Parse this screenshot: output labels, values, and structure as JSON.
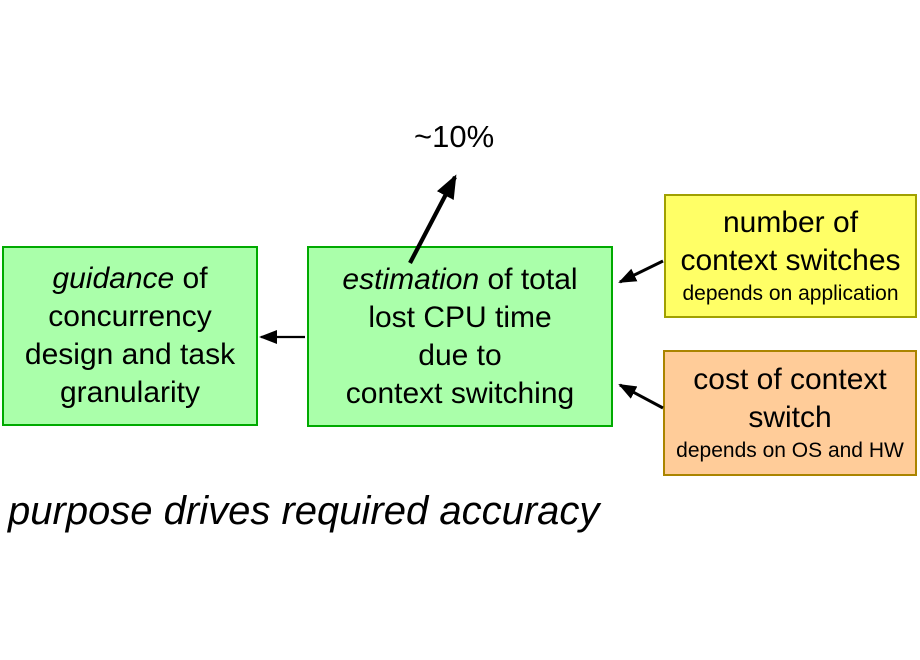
{
  "slide": {
    "percent_label": "~10%",
    "caption": "purpose drives required accuracy"
  },
  "boxes": {
    "guidance": {
      "word_italic": "guidance",
      "line1_rest": " of",
      "line2": "concurrency",
      "line3": "design and task",
      "line4": "granularity"
    },
    "estimation": {
      "word_italic": "estimation",
      "line1_rest": " of total",
      "line2": "lost CPU time",
      "line3": "due to",
      "line4": "context switching"
    },
    "switches": {
      "line1": "number of",
      "line2": "context switches",
      "note": "depends on application"
    },
    "cost": {
      "line1": "cost of context",
      "line2": "switch",
      "note": "depends on OS and HW"
    }
  },
  "colors": {
    "background": "#ffffff",
    "text": "#000000",
    "arrow": "#000000",
    "green_fill": "#aaffaa",
    "green_border": "#00aa00",
    "yellow_fill": "#ffff66",
    "yellow_border": "#a0a000",
    "orange_fill": "#ffcc99",
    "orange_border": "#aa8400"
  }
}
